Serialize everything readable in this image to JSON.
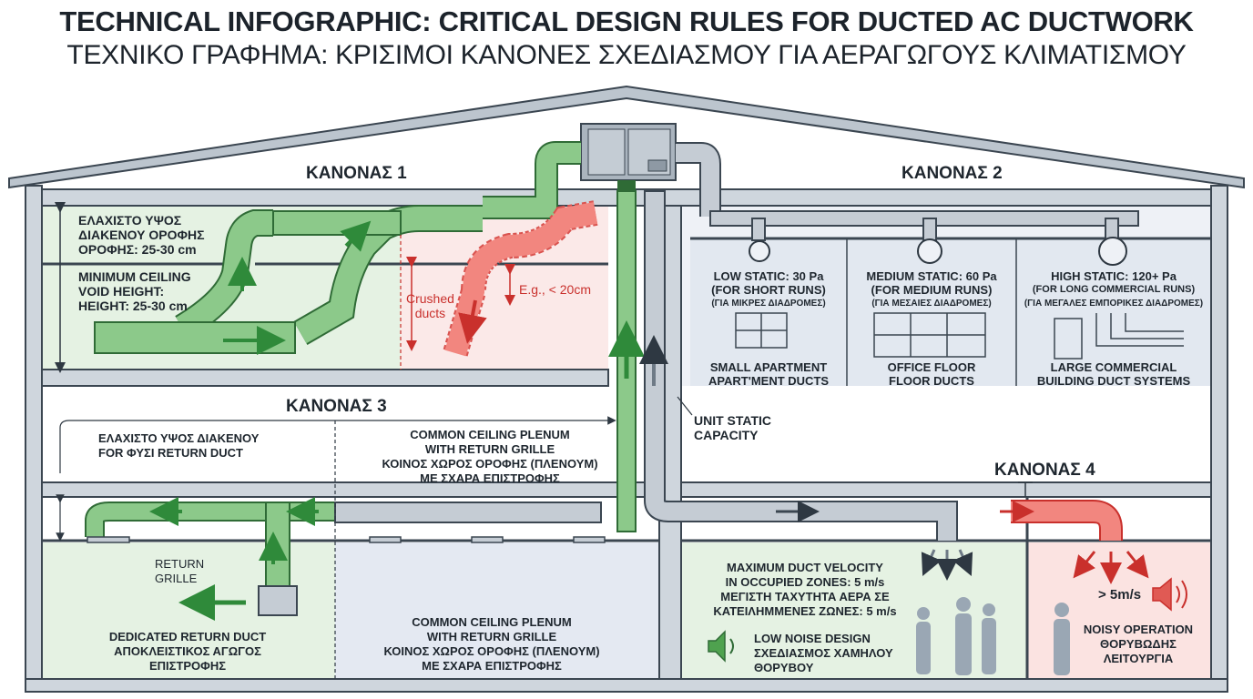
{
  "title": {
    "en": "TECHNICAL INFOGRAPHIC: CRITICAL DESIGN RULES FOR DUCTED AC DUCTWORK",
    "gr": "ΤΕΧΝΙΚΟ ΓΡΑΦΗΜΑ: ΚΡΙΣΙΜΟΙ ΚΑΝΟΝΕΣ ΣΧΕΔΙΑΣΜΟΥ ΓΙΑ ΑΕΡΑΓΩΓΟΥΣ ΚΛΙΜΑΤΙΣΜΟΥ"
  },
  "rules": {
    "r1": "ΚΑΝΟΝΑΣ 1",
    "r2": "ΚΑΝΟΝΑΣ 2",
    "r3": "ΚΑΝΟΝΑΣ 3",
    "r4": "ΚΑΝΟΝΑΣ 4"
  },
  "rule1": {
    "gr_l1": "ΕΛΑΧΙΣΤΟ ΥΨΟΣ",
    "gr_l2": "ΔΙΑΚΕΝΟΥ ΟΡΟΦΗΣ",
    "gr_l3": "ΟΡΟΦΗΣ: 25-30 cm",
    "en_l1": "MINIMUM CEILING",
    "en_l2": "VOID HEIGHT:",
    "en_l3": "HEIGHT: 25-30 cm",
    "crushed_l1": "Crushed",
    "crushed_l2": "ducts",
    "eg": "E.g., < 20cm"
  },
  "rule2": {
    "low": {
      "l1": "LOW STATIC: 30 Pa",
      "l2": "(FOR SHORT RUNS)",
      "l3": "(ΓΙΑ ΜΙΚΡΕΣ ΔΙΑΔΡΟΜΕΣ)",
      "c1": "SMALL APARTMENT",
      "c2": "APART'MENT DUCTS"
    },
    "med": {
      "l1": "MEDIUM STATIC: 60 Pa",
      "l2": "(FOR MEDIUM RUNS)",
      "l3": "(ΓΙΑ ΜΕΣΑΙΕΣ ΔΙΑΔΡΟΜΕΣ)",
      "c1": "OFFICE FLOOR",
      "c2": "FLOOR DUCTS"
    },
    "high": {
      "l1": "HIGH STATIC: 120+ Pa",
      "l2": "(FOR LONG COMMERCIAL RUNS)",
      "l3": "(ΓΙΑ ΜΕΓΑΛΕΣ ΕΜΠΟΡΙΚΕΣ ΔΙΑΔΡΟΜΕΣ)",
      "c1": "LARGE COMMERCIAL",
      "c2": "BUILDING DUCT SYSTEMS"
    },
    "unit_l1": "UNIT STATIC",
    "unit_l2": "CAPACITY"
  },
  "rule3": {
    "void_l1": "ΕΛΑΧΙΣΤΟ ΥΨΟΣ ΔΙΑΚΕΝΟΥ",
    "void_l2": "FOR ΦΥΣΙ RETURN DUCT",
    "plenum_top": [
      "COMMON CEILING PLENUM",
      "WITH RETURN GRILLE",
      "ΚΟΙΝΟΣ ΧΩΡΟΣ ΟΡΟΦΗΣ (ΠΛΕΝΟΥΜ)",
      "ΜΕ ΣΧΑΡΑ ΕΠΙΣΤΡΟΦΗΣ"
    ],
    "return_grille_l1": "RETURN",
    "return_grille_l2": "GRILLE",
    "dedicated": [
      "DEDICATED RETURN DUCT",
      "ΑΠΟΚΛΕΙΣΤΙΚΟΣ ΑΓΩΓΟΣ",
      "ΕΠΙΣΤΡΟΦΗΣ"
    ],
    "plenum_bottom": [
      "COMMON CEILING PLENUM",
      "WITH RETURN GRILLE",
      "ΚΟΙΝΟΣ ΧΩΡΟΣ ΟΡΟΦΗΣ (ΠΛΕΝΟΥΜ)",
      "ΜΕ ΣΧΑΡΑ ΕΠΙΣΤΡΟΦΗΣ"
    ]
  },
  "rule4": {
    "velocity": [
      "MAXIMUM DUCT VELOCITY",
      "IN OCCUPIED ZONES: 5 m/s",
      "ΜΕΓΙΣΤΗ ΤΑΧΥΤΗΤΑ ΑΕΡΑ ΣΕ",
      "ΚΑΤΕΙΛΗΜΜΕΝΕΣ ΖΩΝΕΣ: 5 m/s"
    ],
    "low_noise": [
      "LOW NOISE DESIGN",
      "ΣΧΕΔΙΑΣΜΟΣ ΧΑΜΗΛΟΥ",
      "ΘΟΡΥΒΟΥ"
    ],
    "speed": "> 5m/s",
    "noisy": [
      "NOISY OPERATION",
      "ΘΟΡΥΒΩΔΗΣ",
      "ΛΕΙΤΟΥΡΓΙΑ"
    ]
  },
  "colors": {
    "green_duct": "#8cc98a",
    "grey_duct": "#c5ccd4",
    "red_duct": "#f2867f",
    "dark_line": "#3b4651",
    "accent_red": "#c9302c"
  }
}
